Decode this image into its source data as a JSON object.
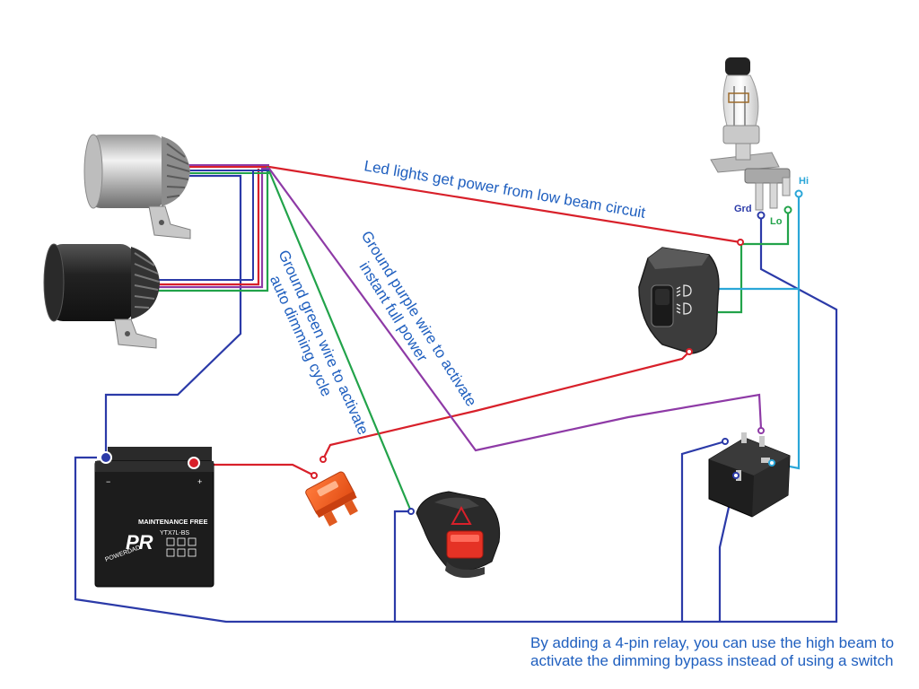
{
  "annotations": {
    "led_power": "Led lights get power from low beam circuit",
    "green_line1": "Ground green wire to activate",
    "green_line2": "auto dimming cycle",
    "purple_line1": "Ground purple wire to activate",
    "purple_line2": "instant full power",
    "relay_line1": "By adding a 4-pin relay, you can use the high beam to",
    "relay_line2": "activate the dimming bypass instead of using a switch"
  },
  "bulb_pins": {
    "ground": "Grd",
    "low": "Lo",
    "high": "Hi"
  },
  "battery": {
    "label": "MAINTENANCE FREE",
    "model": "YTX7L-BS",
    "brand": "POWERDAD"
  },
  "colors": {
    "wire_red": "#d8202a",
    "wire_blue": "#2b3aa8",
    "wire_cyan": "#2aa6d8",
    "wire_green": "#22a34a",
    "wire_purple": "#8e3aa6",
    "note_text": "#1f5fbf"
  }
}
